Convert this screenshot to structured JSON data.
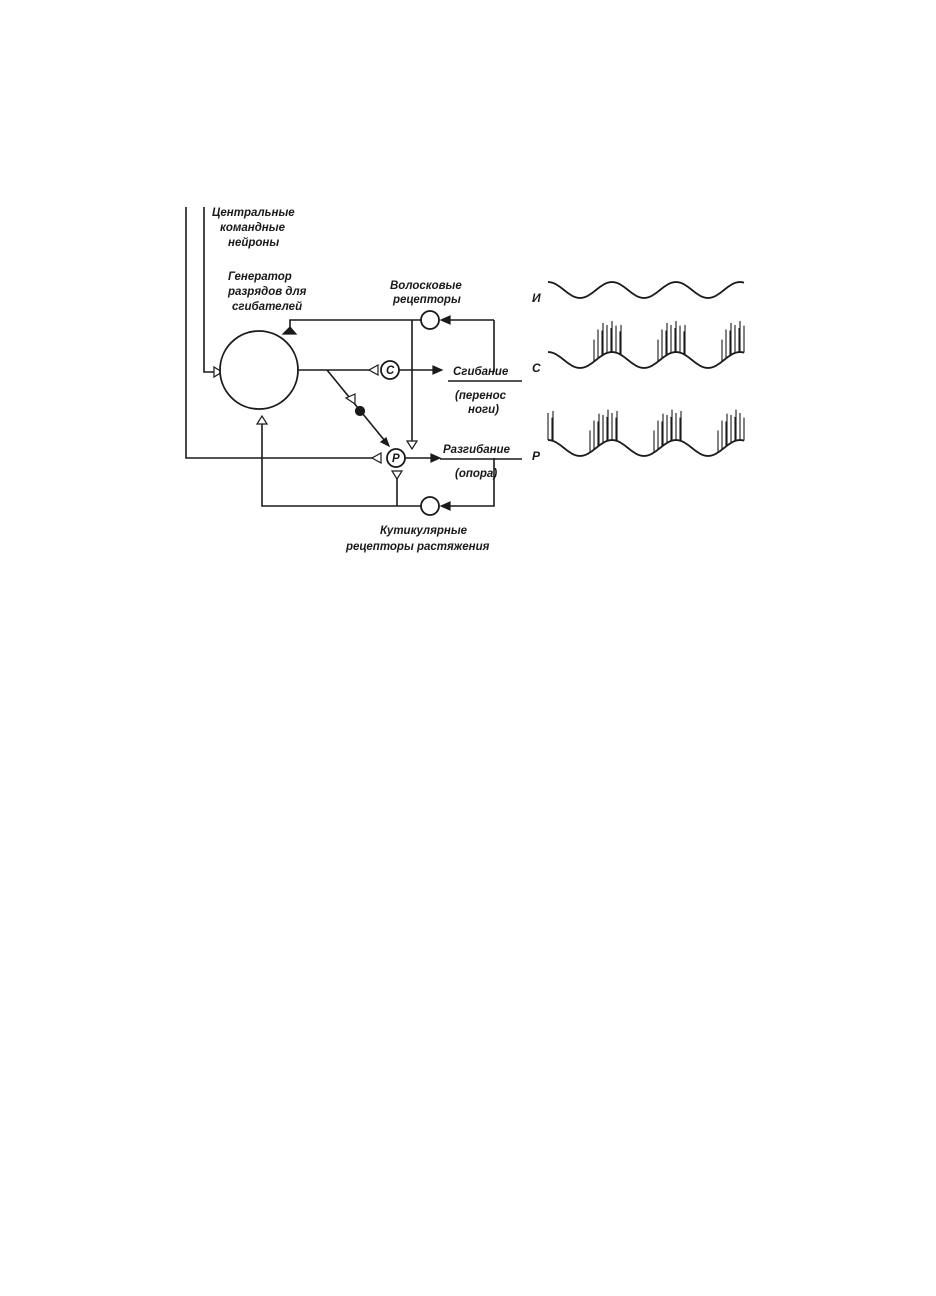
{
  "labels": {
    "central_cmd": [
      "Центральные",
      "командные",
      "нейроны"
    ],
    "generator": [
      "Генератор",
      "разрядов для",
      "сгибателей"
    ],
    "hair_receptors": [
      "Волосковые",
      "рецепторы"
    ],
    "flexion": "Сгибание",
    "flexion_sub": [
      "(перенос",
      "ноги)"
    ],
    "extension": "Разгибание",
    "extension_sub": "(опора)",
    "cuticular": [
      "Кутикулярные",
      "рецепторы растяжения"
    ]
  },
  "motoneurons": {
    "flexor": "C",
    "extensor": "P"
  },
  "traces": [
    {
      "label": "И",
      "name": "interneuron",
      "bursts": []
    },
    {
      "label": "С",
      "name": "flexor",
      "bursts": [
        1,
        2,
        3
      ]
    },
    {
      "label": "Р",
      "name": "extensor",
      "bursts": [
        0,
        1,
        2,
        3
      ]
    }
  ]
}
